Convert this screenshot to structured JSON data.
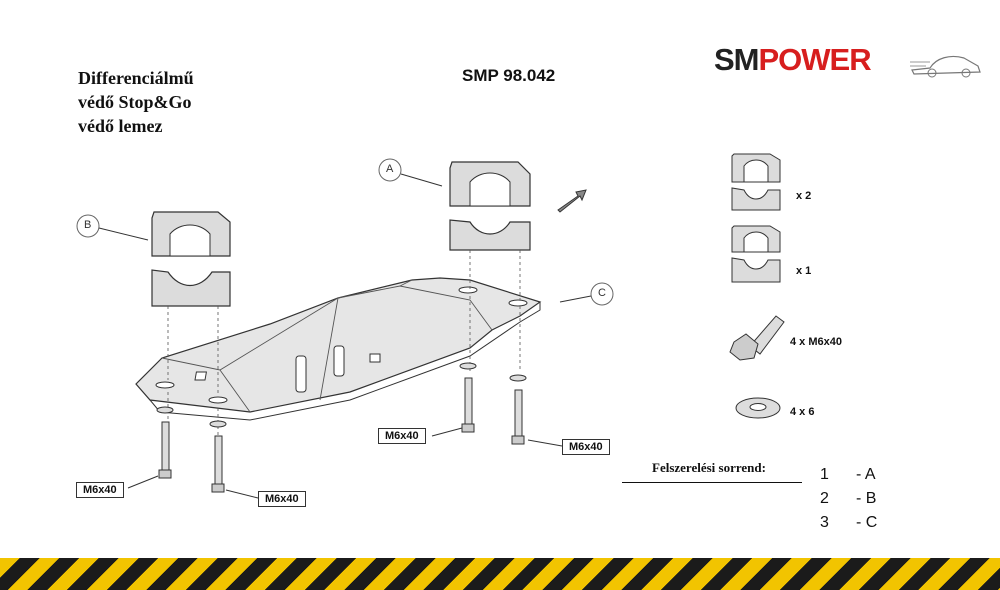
{
  "header": {
    "title_lines": [
      "Differenciálmű",
      "védő Stop&Go",
      "védő lemez"
    ],
    "product_code": "SMP 98.042",
    "logo": {
      "part1": "SM",
      "part2": "POWER",
      "brand_color": "#d71e1e"
    }
  },
  "parts": [
    {
      "qty": "x 2"
    },
    {
      "qty": "x 1"
    },
    {
      "qty": "4 x  M6x40"
    },
    {
      "qty": "4  x  6"
    }
  ],
  "callouts": {
    "a": "A",
    "b": "B",
    "c": "C"
  },
  "bolt_labels": [
    "M6x40",
    "M6x40",
    "M6x40",
    "M6x40"
  ],
  "assembly_order": {
    "title": "Felszerelési sorrend:",
    "steps": [
      {
        "num": "1",
        "part": "- A"
      },
      {
        "num": "2",
        "part": "- B"
      },
      {
        "num": "3",
        "part": "- C"
      }
    ]
  },
  "colors": {
    "stripe_yellow": "#f2c400",
    "stripe_black": "#1b1b1b",
    "metal": "#d9d9d9"
  }
}
